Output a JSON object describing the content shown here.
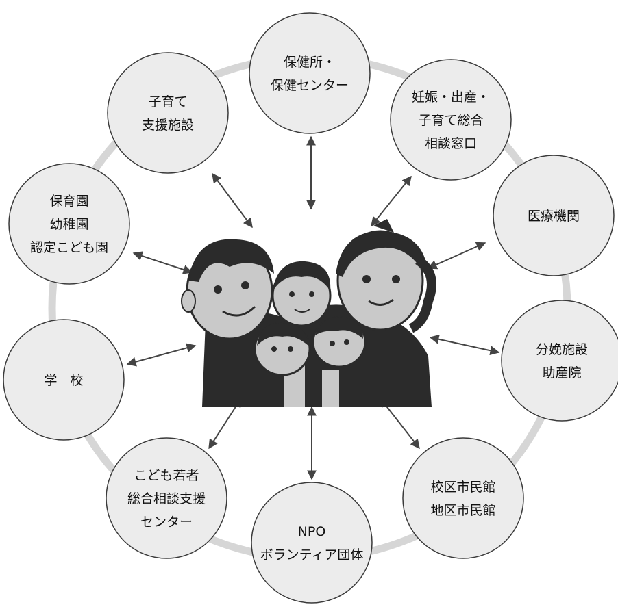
{
  "colors": {
    "ring": "#d6d6d6",
    "node_fill": "#ececec",
    "node_stroke": "#3a3a3a",
    "arrow": "#444444",
    "family_dark": "#2b2b2b",
    "family_light": "#c9c9c9"
  },
  "center": {
    "image": "family-illustration"
  },
  "nodes": [
    {
      "id": "health-center",
      "lines": [
        "保健所・",
        "保健センター"
      ]
    },
    {
      "id": "pregnancy-consultation",
      "lines": [
        "妊娠・出産・",
        "子育て総合",
        "相談窓口"
      ]
    },
    {
      "id": "medical-institutions",
      "lines": [
        "医療機関"
      ]
    },
    {
      "id": "delivery-facilities",
      "lines": [
        "分娩施設",
        "助産院"
      ]
    },
    {
      "id": "community-centers",
      "lines": [
        "校区市民館",
        "地区市民館"
      ]
    },
    {
      "id": "npo-volunteer",
      "lines": [
        "NPO",
        "ボランティア団体"
      ]
    },
    {
      "id": "youth-consultation",
      "lines": [
        "こども若者",
        "総合相談支援",
        "センター"
      ]
    },
    {
      "id": "school",
      "lines": [
        "学　校"
      ]
    },
    {
      "id": "nursery",
      "lines": [
        "保育園",
        "幼稚園",
        "認定こども園"
      ]
    },
    {
      "id": "childcare-support",
      "lines": [
        "子育て",
        "支援施設"
      ]
    }
  ]
}
